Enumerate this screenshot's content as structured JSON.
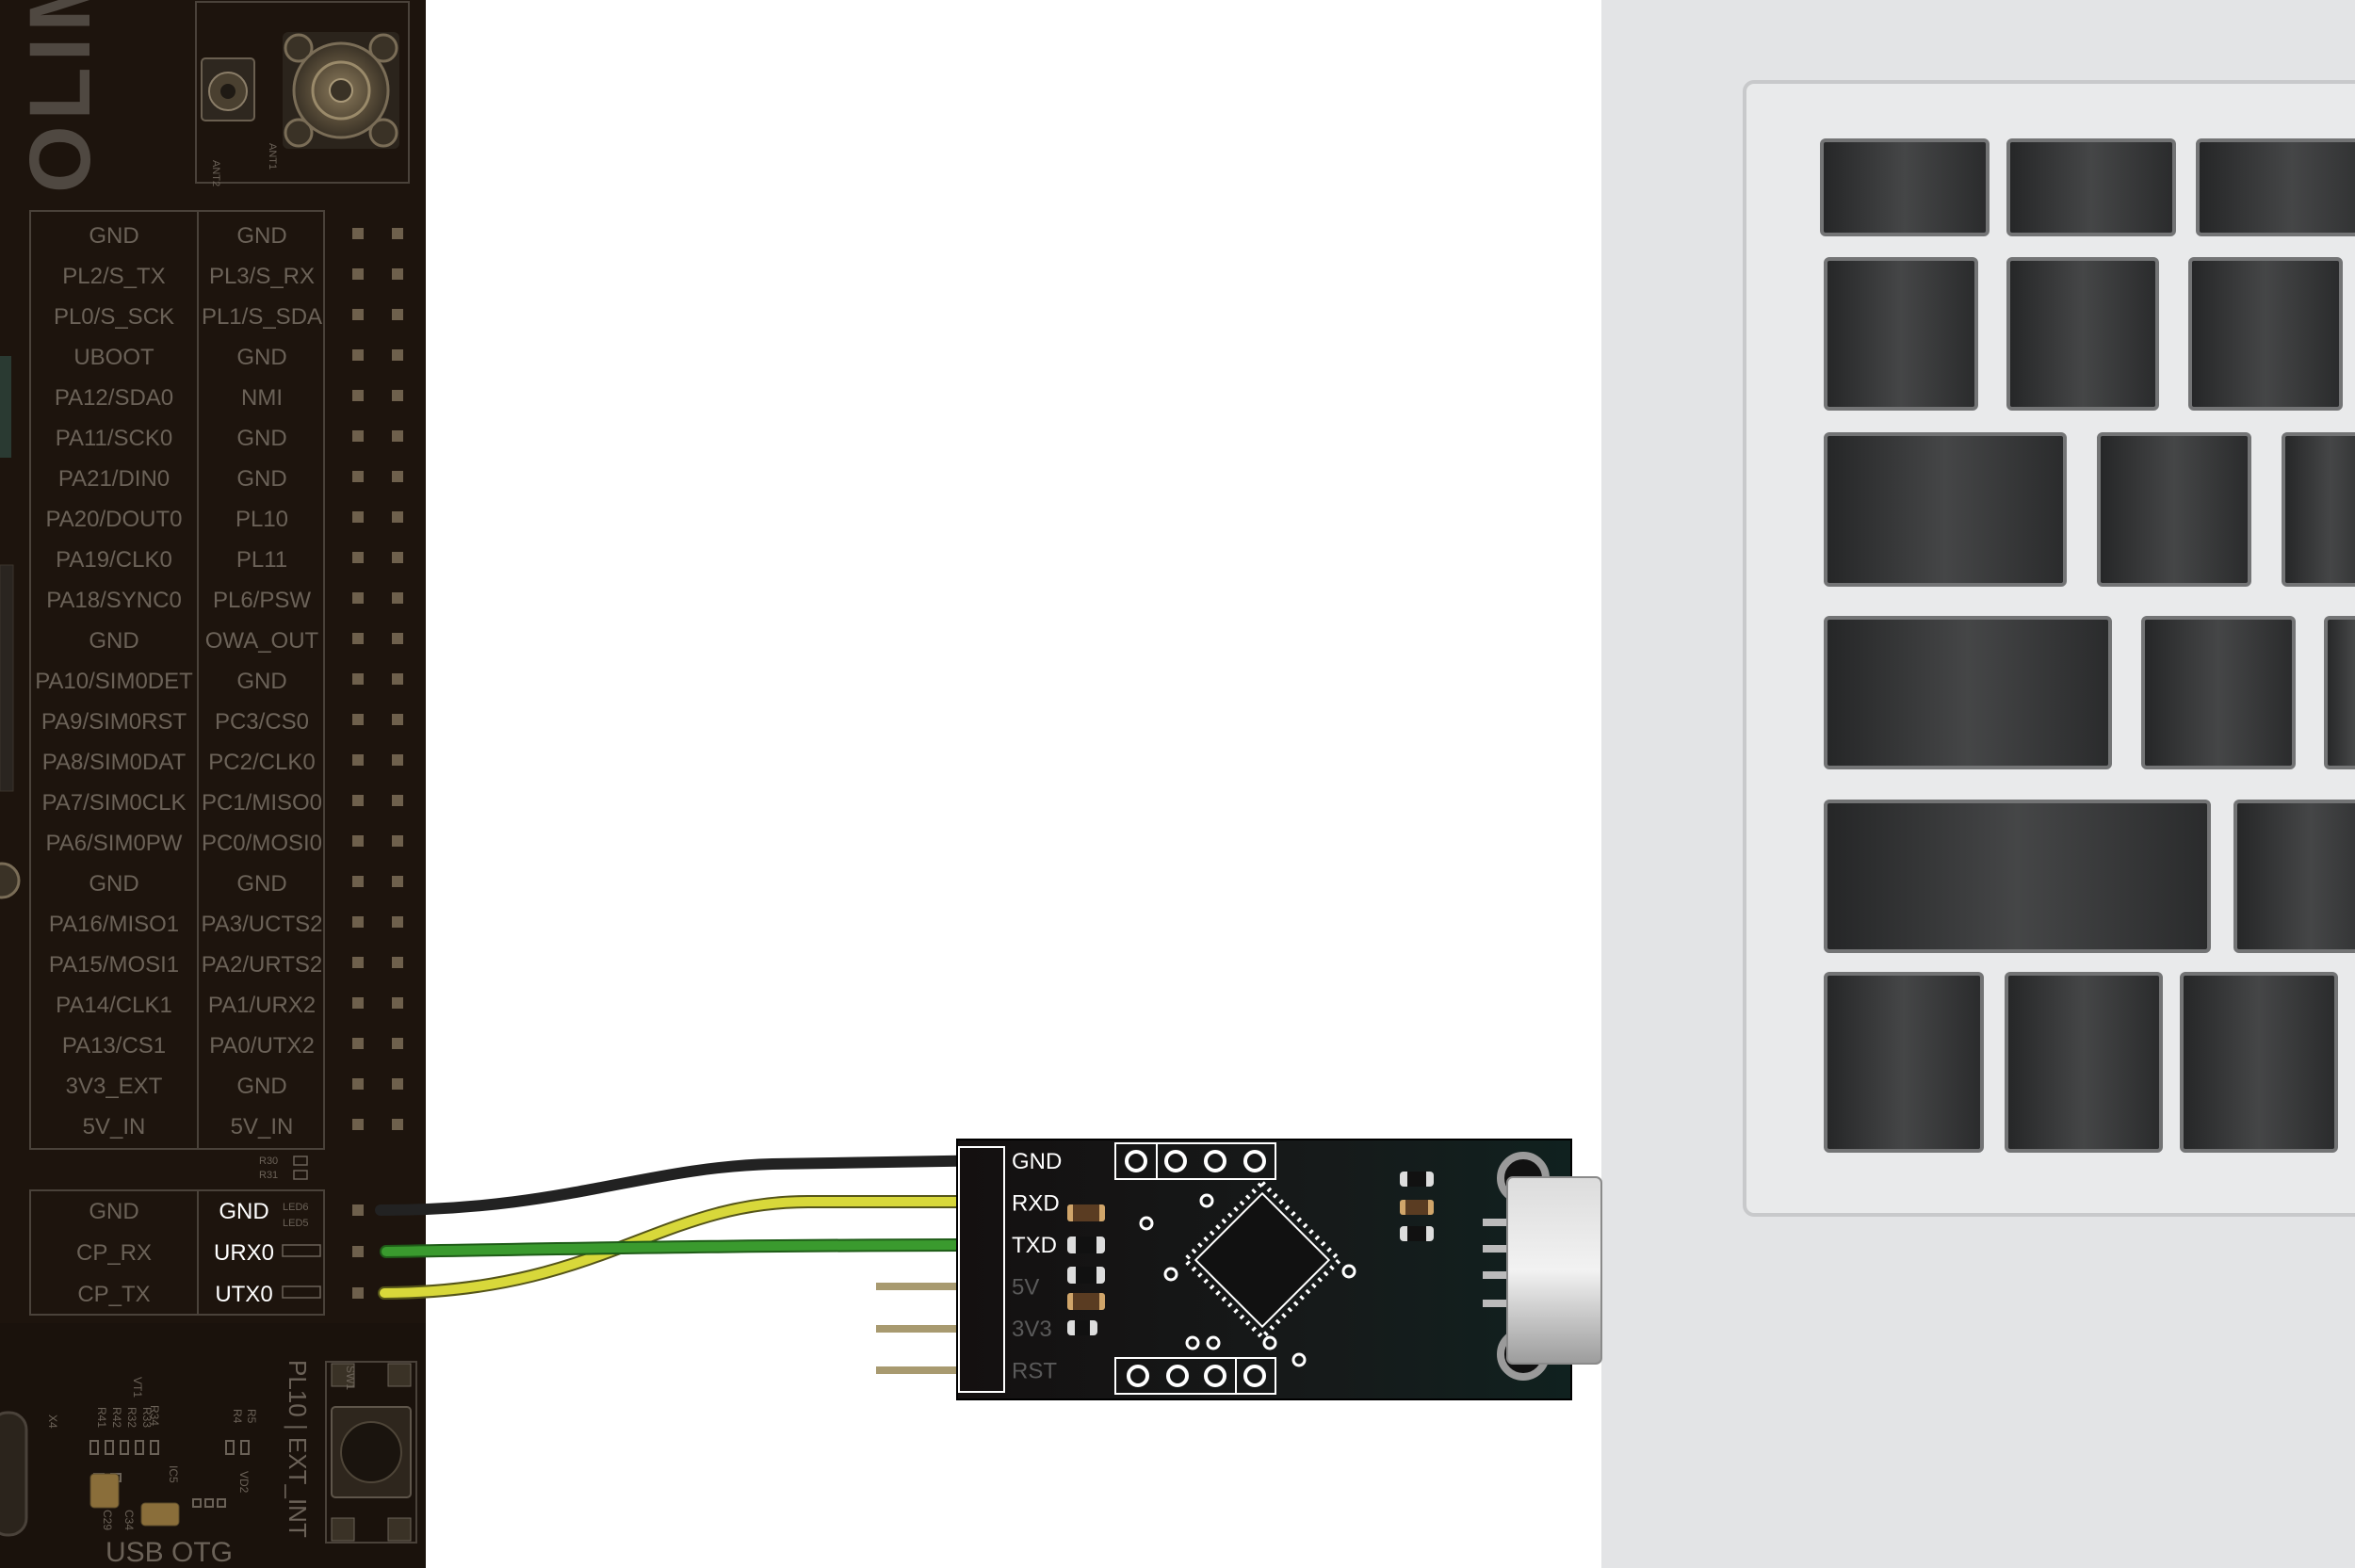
{
  "board": {
    "logo_text": "OLIMEX",
    "antenna_labels": [
      "ANT2",
      "ANT1"
    ],
    "header_rows": [
      [
        "GND",
        "GND"
      ],
      [
        "PL2/S_TX",
        "PL3/S_RX"
      ],
      [
        "PL0/S_SCK",
        "PL1/S_SDA"
      ],
      [
        "UBOOT",
        "GND"
      ],
      [
        "PA12/SDA0",
        "NMI"
      ],
      [
        "PA11/SCK0",
        "GND"
      ],
      [
        "PA21/DIN0",
        "GND"
      ],
      [
        "PA20/DOUT0",
        "PL10"
      ],
      [
        "PA19/CLK0",
        "PL11"
      ],
      [
        "PA18/SYNC0",
        "PL6/PSW"
      ],
      [
        "GND",
        "OWA_OUT"
      ],
      [
        "PA10/SIM0DET",
        "GND"
      ],
      [
        "PA9/SIM0RST",
        "PC3/CS0"
      ],
      [
        "PA8/SIM0DAT",
        "PC2/CLK0"
      ],
      [
        "PA7/SIM0CLK",
        "PC1/MISO0"
      ],
      [
        "PA6/SIM0PW",
        "PC0/MOSI0"
      ],
      [
        "GND",
        "GND"
      ],
      [
        "PA16/MISO1",
        "PA3/UCTS2"
      ],
      [
        "PA15/MOSI1",
        "PA2/URTS2"
      ],
      [
        "PA14/CLK1",
        "PA1/URX2"
      ],
      [
        "PA13/CS1",
        "PA0/UTX2"
      ],
      [
        "3V3_EXT",
        "GND"
      ],
      [
        "5V_IN",
        "5V_IN"
      ]
    ],
    "small_labels": {
      "r30": "R30",
      "r31": "R31",
      "led6": "LED6",
      "led5": "LED5",
      "vt1": "VT1",
      "r34": "R34",
      "r41": "R41",
      "r42": "R42",
      "r32": "R32",
      "r33": "R33",
      "r4": "R4",
      "r5": "R5",
      "ic5": "IC5",
      "vd2": "VD2",
      "c29": "C29",
      "c34": "C34",
      "x4": "X4",
      "sw1": "SW1"
    },
    "uart_rows": [
      [
        "GND",
        "GND"
      ],
      [
        "CP_RX",
        "URX0"
      ],
      [
        "CP_TX",
        "UTX0"
      ]
    ],
    "button_label": "PL10 | EXT_INT",
    "usb_label": "USB OTG"
  },
  "adapter": {
    "pins": [
      "GND",
      "RXD",
      "TXD",
      "5V",
      "3V3",
      "RST"
    ]
  },
  "wires": [
    {
      "from": "GND",
      "to": "GND",
      "color": "#222222"
    },
    {
      "from": "UTX0",
      "to": "RXD",
      "color": "#d8d83a"
    },
    {
      "from": "URX0",
      "to": "TXD",
      "color": "#3a9a2e"
    }
  ],
  "colors": {
    "board": "#1d140d",
    "silkscreen": "#6b6258",
    "wire_black": "#222222",
    "wire_yellow": "#d8d83a",
    "wire_green": "#3a9a2e",
    "laptop": "#e3e4e6",
    "key": "#3a3b3c"
  }
}
